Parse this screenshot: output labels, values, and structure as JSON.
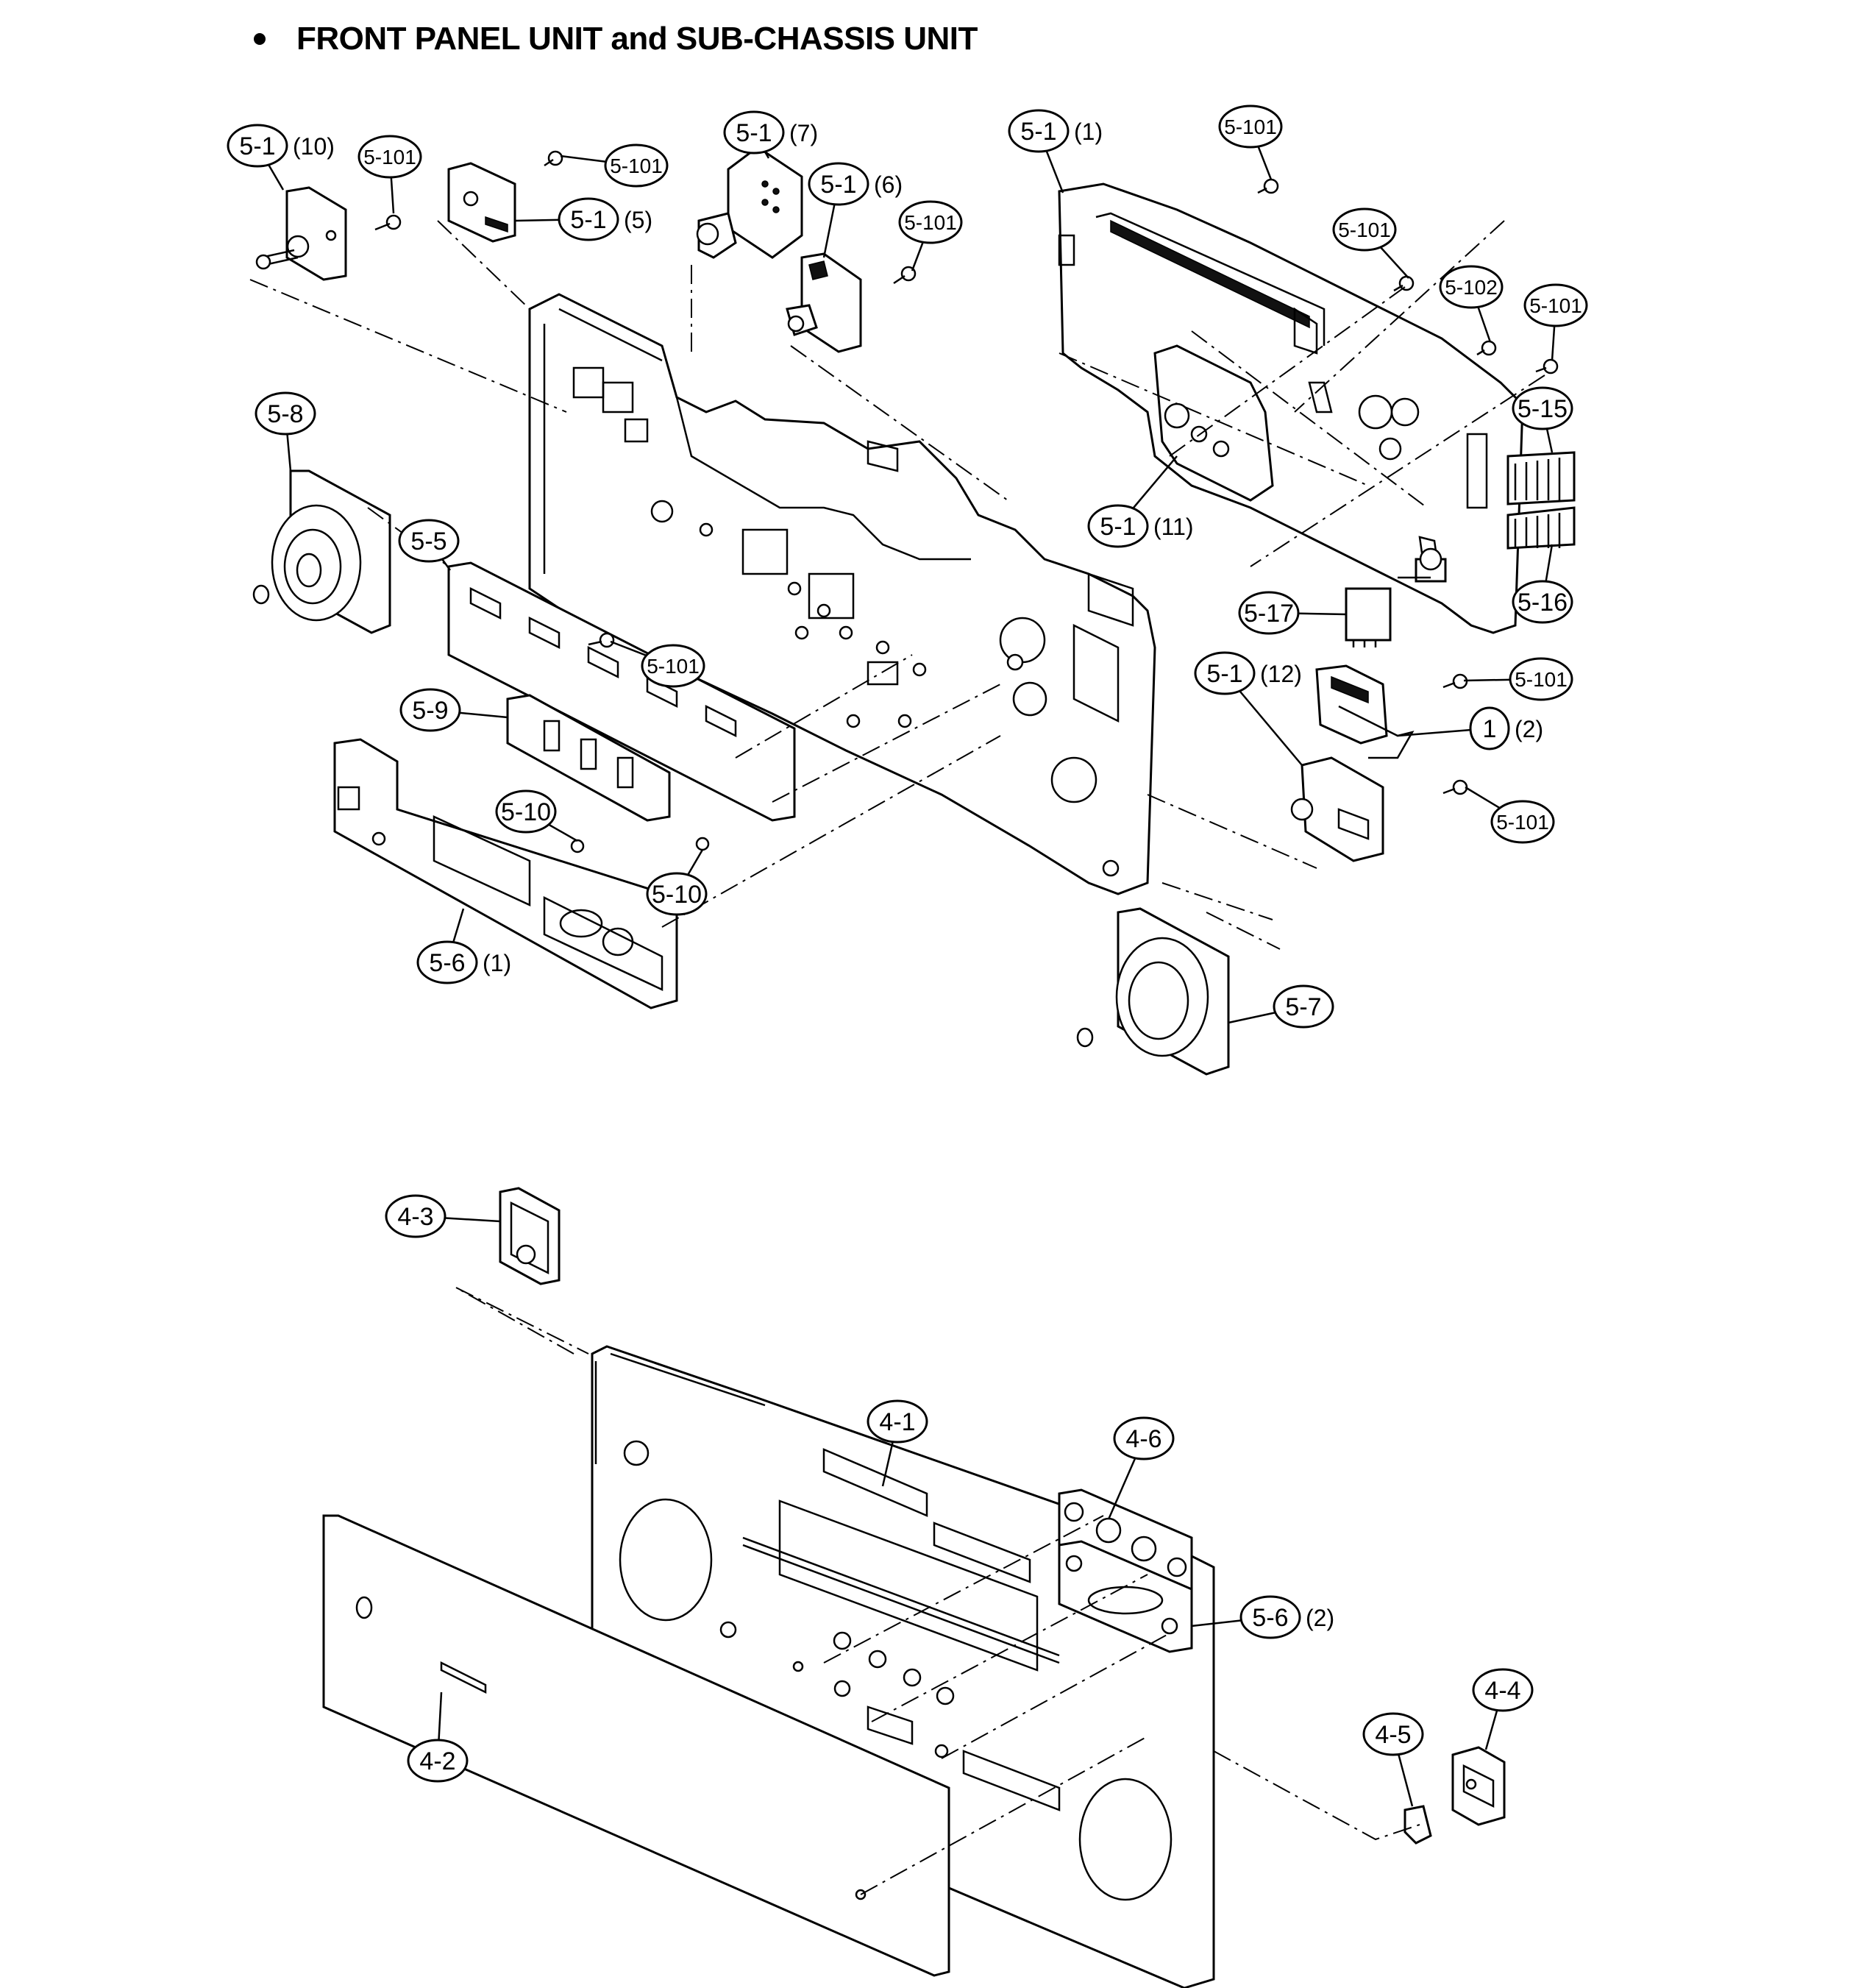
{
  "title": "FRONT PANEL UNIT and SUB-CHASSIS UNIT",
  "callouts": [
    {
      "id": "5-1",
      "suffix": "(10)"
    },
    {
      "id": "5-101",
      "suffix": ""
    },
    {
      "id": "5-101",
      "suffix": ""
    },
    {
      "id": "5-1",
      "suffix": "(5)"
    },
    {
      "id": "5-1",
      "suffix": "(7)"
    },
    {
      "id": "5-1",
      "suffix": "(6)"
    },
    {
      "id": "5-101",
      "suffix": ""
    },
    {
      "id": "5-1",
      "suffix": "(1)"
    },
    {
      "id": "5-101",
      "suffix": ""
    },
    {
      "id": "5-101",
      "suffix": ""
    },
    {
      "id": "5-102",
      "suffix": ""
    },
    {
      "id": "5-101",
      "suffix": ""
    },
    {
      "id": "5-15",
      "suffix": ""
    },
    {
      "id": "5-16",
      "suffix": ""
    },
    {
      "id": "5-8",
      "suffix": ""
    },
    {
      "id": "5-5",
      "suffix": ""
    },
    {
      "id": "5-1",
      "suffix": "(11)"
    },
    {
      "id": "5-101",
      "suffix": ""
    },
    {
      "id": "5-17",
      "suffix": ""
    },
    {
      "id": "5-1",
      "suffix": "(12)"
    },
    {
      "id": "5-101",
      "suffix": ""
    },
    {
      "id": "1",
      "suffix": "(2)"
    },
    {
      "id": "5-9",
      "suffix": ""
    },
    {
      "id": "5-10",
      "suffix": ""
    },
    {
      "id": "5-10",
      "suffix": ""
    },
    {
      "id": "5-101",
      "suffix": ""
    },
    {
      "id": "5-6",
      "suffix": "(1)"
    },
    {
      "id": "5-7",
      "suffix": ""
    },
    {
      "id": "4-3",
      "suffix": ""
    },
    {
      "id": "4-1",
      "suffix": ""
    },
    {
      "id": "4-6",
      "suffix": ""
    },
    {
      "id": "5-6",
      "suffix": "(2)"
    },
    {
      "id": "4-4",
      "suffix": ""
    },
    {
      "id": "4-5",
      "suffix": ""
    },
    {
      "id": "4-2",
      "suffix": ""
    }
  ]
}
